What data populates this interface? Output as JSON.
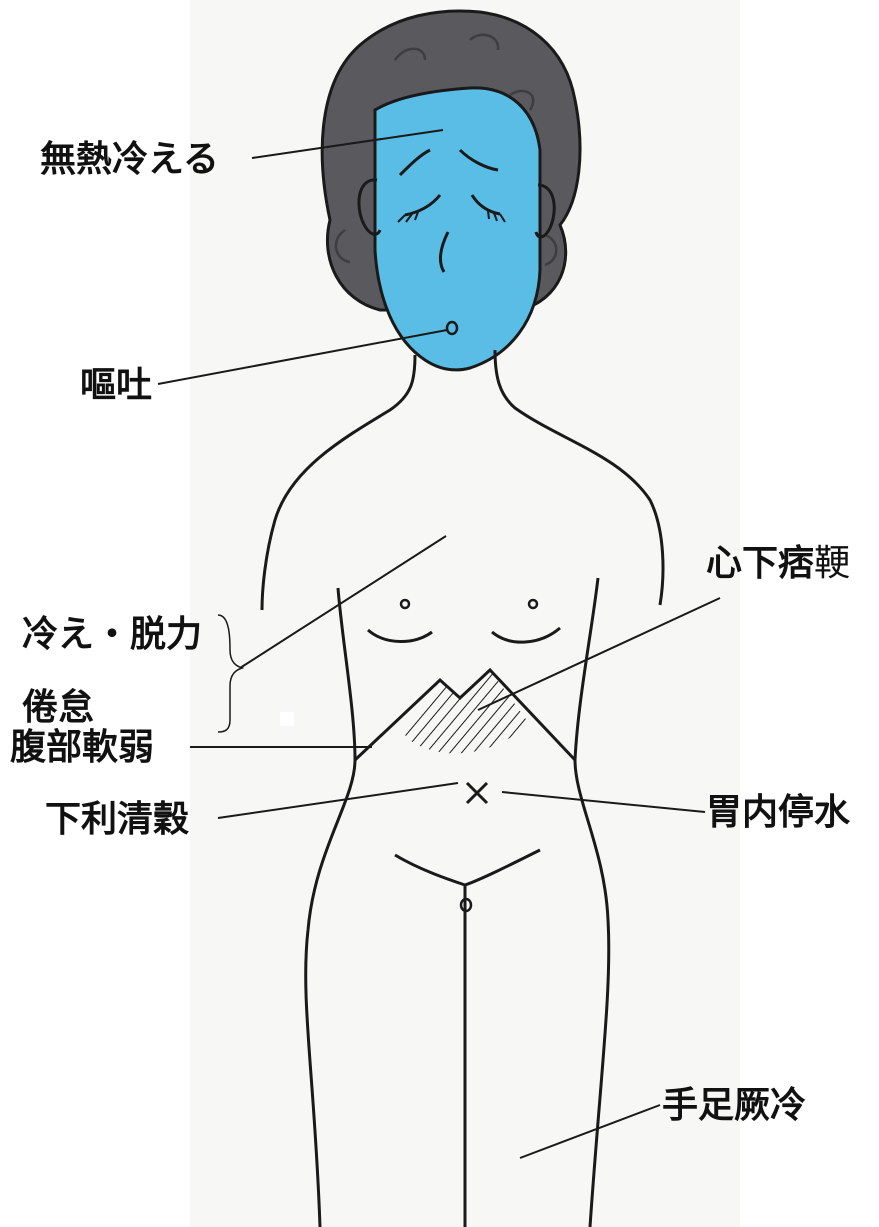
{
  "figure": {
    "colors": {
      "face": "#59bde6",
      "hair": "#5a595e",
      "hair_shadow": "#3e3d42",
      "line": "#1a1a1a",
      "paper": "#f7f7f5",
      "hatch_shade": "#d9d9d9"
    }
  },
  "labels": {
    "head": "無熱冷える",
    "mouth": "嘔吐",
    "chest_line1": "冷え・脱力",
    "chest_line2": "倦怠",
    "epigastric_bold": "心下痞",
    "epigastric_thin": "鞕",
    "stomach": "胃内停水",
    "abdomen": "腹部軟弱",
    "lower": "下利清穀",
    "limbs": "手足厥冷"
  }
}
